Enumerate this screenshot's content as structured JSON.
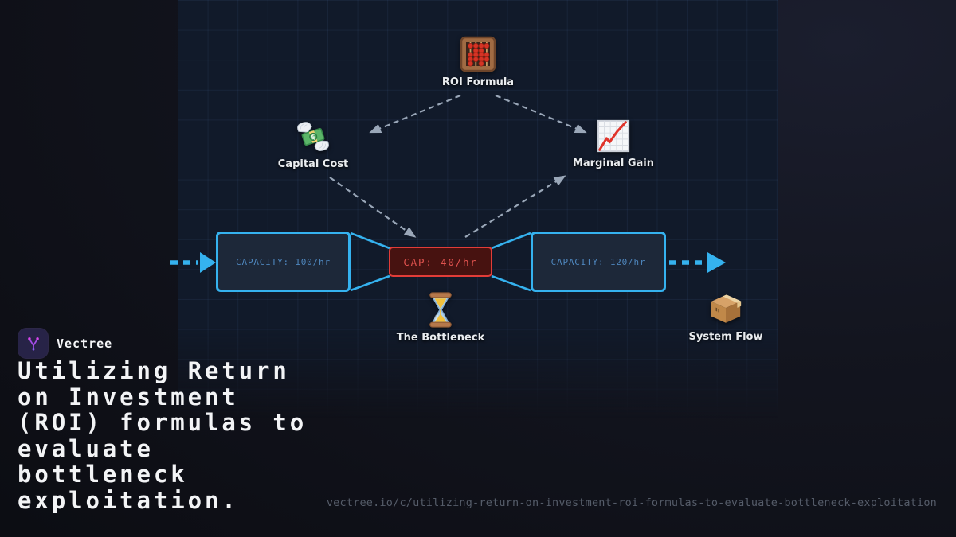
{
  "brand": {
    "name": "Vectree"
  },
  "title": "Utilizing Return\non Investment\n(ROI) formulas to\nevaluate\nbottleneck\nexploitation.",
  "footer_url": "vectree.io/c/utilizing-return-on-investment-roi-formulas-to-evaluate-bottleneck-exploitation",
  "diagram": {
    "nodes": [
      {
        "id": "roi-formula",
        "label": "ROI Formula",
        "icon": "abacus-icon"
      },
      {
        "id": "capital-cost",
        "label": "Capital Cost",
        "icon": "money-with-wings-icon"
      },
      {
        "id": "marginal-gain",
        "label": "Marginal Gain",
        "icon": "chart-increasing-icon"
      },
      {
        "id": "the-bottleneck",
        "label": "The Bottleneck",
        "icon": "hourglass-icon"
      },
      {
        "id": "system-flow",
        "label": "System Flow",
        "icon": "package-icon"
      }
    ],
    "flow": {
      "stage1": {
        "label": "CAPACITY: 100/hr"
      },
      "bottleneck": {
        "label": "CAP: 40/hr"
      },
      "stage3": {
        "label": "CAPACITY: 120/hr"
      }
    },
    "colors": {
      "pipe_accent": "#35b2ef",
      "bottleneck_accent": "#e23c38",
      "arrow_gray": "#9aa7b8",
      "panel_bg": "#111a2a",
      "page_bg": "#0c0d13"
    }
  }
}
